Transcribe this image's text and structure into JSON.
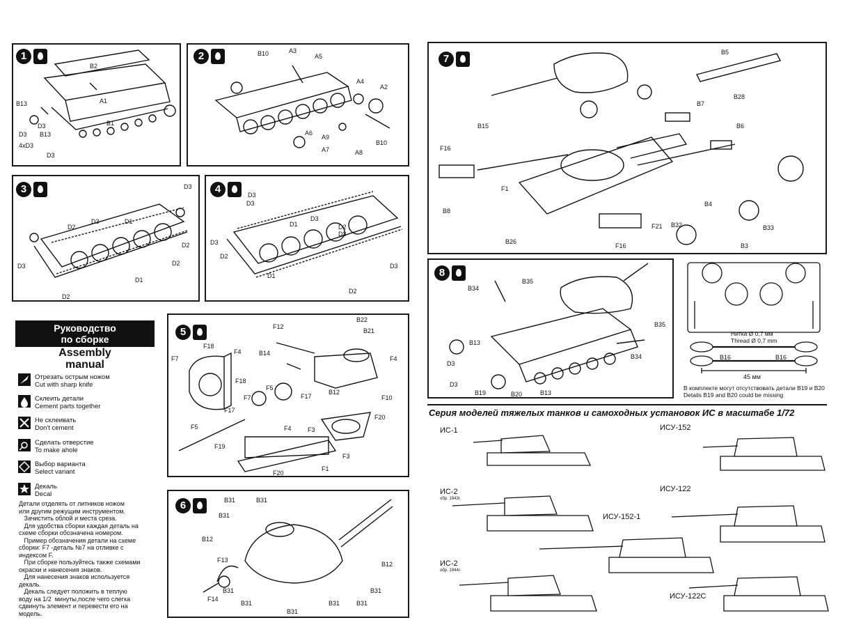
{
  "steps": [
    {
      "num": "1",
      "labels": [
        "B2",
        "A1",
        "B13",
        "D3",
        "B1",
        "B13",
        "D3",
        "4xD3",
        "D3"
      ]
    },
    {
      "num": "2",
      "labels": [
        "B10",
        "A3",
        "A5",
        "A4",
        "A2",
        "A6",
        "A9",
        "A7",
        "A8",
        "B10"
      ]
    },
    {
      "num": "3",
      "labels": [
        "D3",
        "D2",
        "D3",
        "D1",
        "D2",
        "D3",
        "D1",
        "D2",
        "D2"
      ]
    },
    {
      "num": "4",
      "labels": [
        "D3",
        "D3",
        "D1",
        "D3",
        "D2",
        "D3",
        "D2",
        "D3",
        "D1",
        "D3",
        "D2"
      ]
    },
    {
      "num": "5",
      "labels": [
        "F12",
        "B22",
        "B21",
        "F18",
        "F4",
        "F7",
        "B14",
        "F4",
        "F18",
        "F5",
        "F17",
        "B12",
        "F10",
        "F7",
        "F17",
        "F5",
        "F3",
        "F20",
        "F19",
        "F4",
        "F3",
        "F20",
        "F1"
      ]
    },
    {
      "num": "6",
      "labels": [
        "B31",
        "B31",
        "B31",
        "B12",
        "B12",
        "F13",
        "F14",
        "B31",
        "B31",
        "B31",
        "B31",
        "B31",
        "B31"
      ]
    },
    {
      "num": "7",
      "labels": [
        "B5",
        "B7",
        "B28",
        "B15",
        "B6",
        "F16",
        "F1",
        "B8",
        "F21",
        "B32",
        "B4",
        "B33",
        "B26",
        "F16",
        "B3"
      ]
    },
    {
      "num": "8",
      "labels": [
        "B34",
        "B35",
        "B35",
        "B13",
        "D3",
        "D3",
        "B19",
        "B20",
        "B13",
        "B34"
      ]
    }
  ],
  "inset": {
    "thread_ru": "Нитка Ø 0,7 мм",
    "thread_en": "Thread Ø 0,7 mm",
    "b16a": "B16",
    "b16b": "B16",
    "length": "45 мм",
    "missing_ru": "В комплекте могут отсутствовать детали B19 и B20",
    "missing_en": "Details B19 and B20 could be missing"
  },
  "manual": {
    "title_ru_1": "Руководство",
    "title_ru_2": "по сборке",
    "title_en_1": "Assembly",
    "title_en_2": "manual",
    "legend": [
      {
        "icon": "knife-icon",
        "ru": "Отрезать острым ножом",
        "en": "Cut with sharp knife"
      },
      {
        "icon": "cement-drop-icon",
        "ru": "Склеить детали",
        "en": "Cement parts together"
      },
      {
        "icon": "no-cement-icon",
        "ru": "Не склеивать",
        "en": "Don't cement"
      },
      {
        "icon": "drill-hole-icon",
        "ru": "Сделать отверстие",
        "en": "To make ahole"
      },
      {
        "icon": "variant-icon",
        "ru": "Выбор варианта",
        "en": "Select variant"
      },
      {
        "icon": "decal-star-icon",
        "ru": "Декаль",
        "en": "Decal"
      }
    ],
    "notes": [
      "Детали отделять от литников ножом",
      "или другим режущим инструментом.",
      "   Зачистить облой и места среза.",
      "   Для удобства сборки каждая деталь на",
      "схеме сборки обозначена номером.",
      "   Пример обозначения детали на схеме",
      "сборки: F7 -деталь №7 на отливке с",
      "индексом F.",
      "   При сборке пользуйтесь также схемами",
      "окраски и нанесения знаков.",
      "   Для нанесения знаков используется",
      "декаль.",
      "   Декаль следует положить в теплую",
      "воду на 1/2  минуты,после чего слегка",
      "сдвинуть элемент и перевести его на",
      "модель."
    ]
  },
  "series": {
    "title": "Серия моделей тяжелых танков и самоходных установок ИС в масштабе 1/72",
    "tanks": [
      {
        "name": "ИС-1",
        "sub": ""
      },
      {
        "name": "ИСУ-152",
        "sub": ""
      },
      {
        "name": "ИС-2",
        "sub": "обр. 1943г."
      },
      {
        "name": "ИСУ-122",
        "sub": ""
      },
      {
        "name": "ИСУ-152-1",
        "sub": ""
      },
      {
        "name": "ИС-2",
        "sub": "обр. 1944г."
      },
      {
        "name": "ИСУ-122С",
        "sub": ""
      }
    ]
  }
}
